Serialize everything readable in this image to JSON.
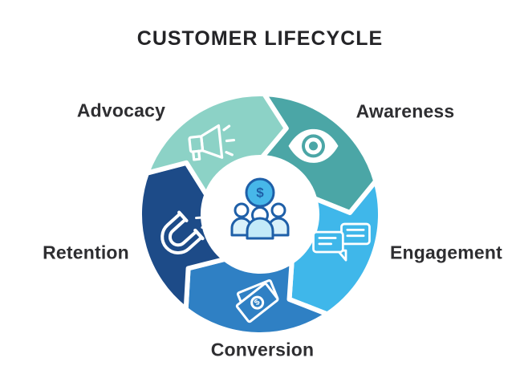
{
  "title": "CUSTOMER LIFECYCLE",
  "colors": {
    "background": "#ffffff",
    "title_text": "#242427",
    "label_text": "#2e2e31",
    "segment_gap": "#ffffff",
    "icon_stroke": "#ffffff",
    "center_outline": "#1e5fa8",
    "center_coin_fill": "#47b7e9",
    "center_head_fill": "#ffffff",
    "center_side_body_fill": "#d9f1fa",
    "center_front_body_fill": "#c3eaf8"
  },
  "wheel": {
    "center_icon": "customers-money-icon",
    "center_coin_symbol": "$",
    "flow_direction": "clockwise",
    "segments": [
      {
        "label": "Awareness",
        "color": "#4ba6a6",
        "icon": "eye-icon"
      },
      {
        "label": "Engagement",
        "color": "#3fb7ea",
        "icon": "chat-icon"
      },
      {
        "label": "Conversion",
        "color": "#2f80c4",
        "icon": "money-icon"
      },
      {
        "label": "Retention",
        "color": "#1d4b88",
        "icon": "magnet-icon"
      },
      {
        "label": "Advocacy",
        "color": "#8cd2c6",
        "icon": "megaphone-icon"
      }
    ]
  }
}
